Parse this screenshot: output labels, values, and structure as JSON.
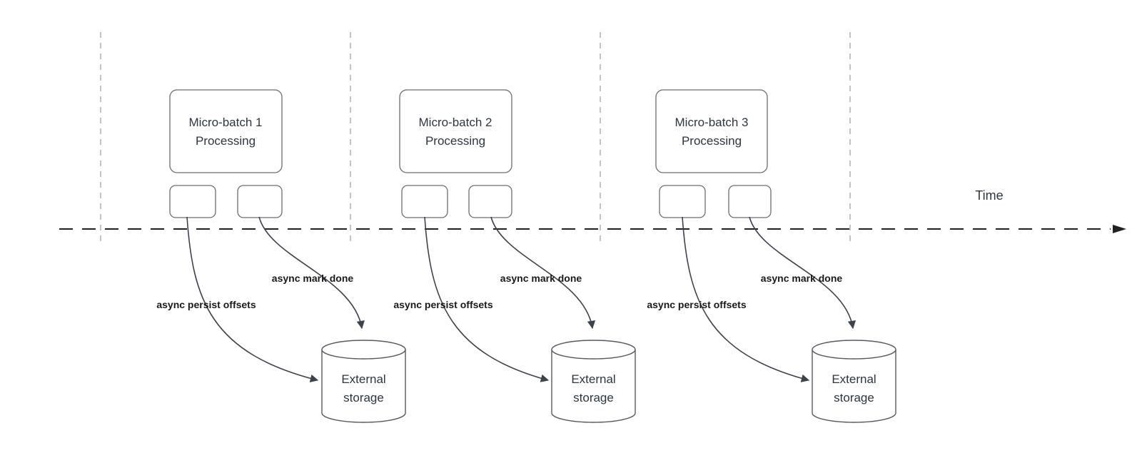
{
  "diagram": {
    "time_axis_label": "Time",
    "groups": [
      {
        "box_title_line1": "Micro-batch 1",
        "box_title_line2": "Processing",
        "persist_label": "async persist offsets",
        "mark_done_label": "async mark done",
        "storage_line1": "External",
        "storage_line2": "storage"
      },
      {
        "box_title_line1": "Micro-batch 2",
        "box_title_line2": "Processing",
        "persist_label": "async persist offsets",
        "mark_done_label": "async mark done",
        "storage_line1": "External",
        "storage_line2": "storage"
      },
      {
        "box_title_line1": "Micro-batch 3",
        "box_title_line2": "Processing",
        "persist_label": "async persist offsets",
        "mark_done_label": "async mark done",
        "storage_line1": "External",
        "storage_line2": "storage"
      }
    ],
    "colors": {
      "background": "#ffffff",
      "guide": "#b0b0b0",
      "timeline": "#212121",
      "edge": "#3d434d",
      "box_border": "#6b6e74",
      "cyl_border": "#565b63",
      "node_text": "#2f3640",
      "label_text": "#1a1a1a"
    }
  }
}
